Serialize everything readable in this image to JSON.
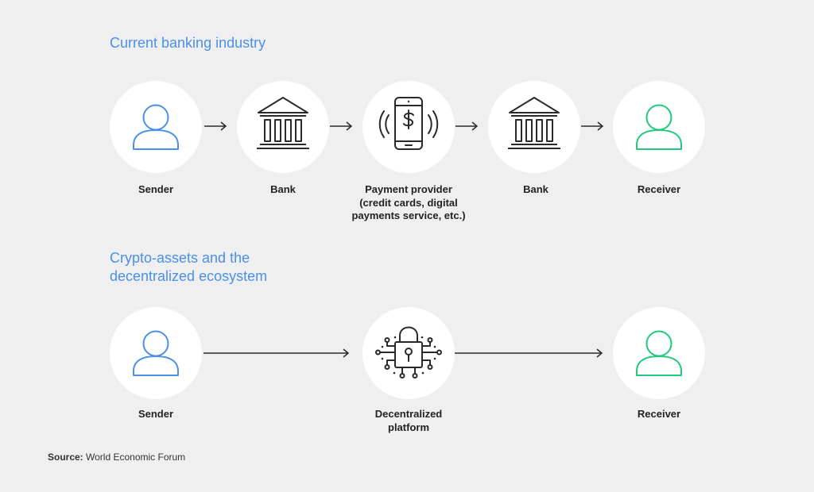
{
  "colors": {
    "sender": "#4a90e8",
    "receiver": "#1fca7c",
    "icon": "#2a2a2a",
    "title": "#4a90e8",
    "background": "#efefef"
  },
  "section_current": {
    "title": "Current banking industry",
    "nodes": [
      {
        "label": "Sender",
        "icon": "person-icon"
      },
      {
        "label": "Bank",
        "icon": "bank-icon"
      },
      {
        "label": "Payment provider\n(credit cards, digital\npayments service, etc.)",
        "icon": "phone-payment-icon"
      },
      {
        "label": "Bank",
        "icon": "bank-icon"
      },
      {
        "label": "Receiver",
        "icon": "person-icon"
      }
    ]
  },
  "section_crypto": {
    "title": "Crypto-assets and the\ndecentralized ecosystem",
    "nodes": [
      {
        "label": "Sender",
        "icon": "person-icon"
      },
      {
        "label": "Decentralized\nplatform",
        "icon": "lock-network-icon"
      },
      {
        "label": "Receiver",
        "icon": "person-icon"
      }
    ]
  },
  "source": {
    "label": "Source:",
    "text": " World Economic Forum"
  }
}
